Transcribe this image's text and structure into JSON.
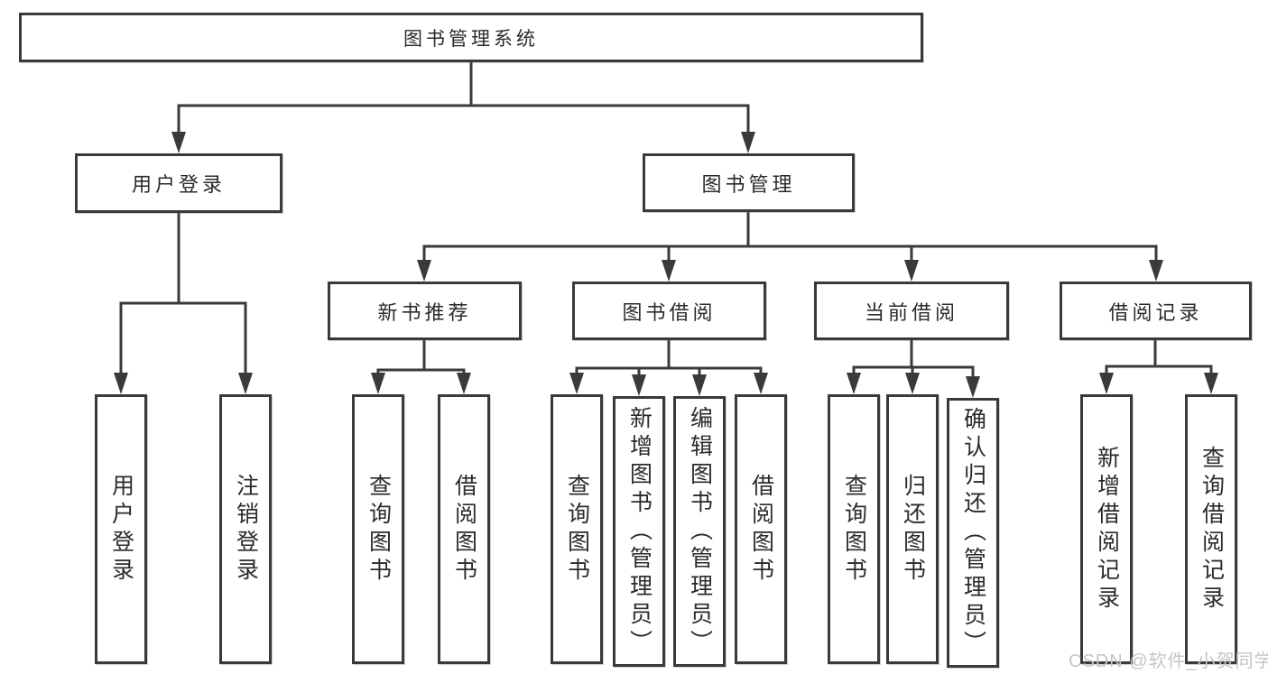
{
  "diagram": {
    "tree": {
      "root": {
        "label": "图书管理系统"
      },
      "branches": [
        {
          "label": "用户登录",
          "children": [
            {
              "label": "用户登录"
            },
            {
              "label": "注销登录"
            }
          ]
        },
        {
          "label": "图书管理",
          "children": [
            {
              "label": "新书推荐",
              "children": [
                {
                  "label": "查询图书"
                },
                {
                  "label": "借阅图书"
                }
              ]
            },
            {
              "label": "图书借阅",
              "children": [
                {
                  "label": "查询图书"
                },
                {
                  "label": "新增图书（管理员）"
                },
                {
                  "label": "编辑图书（管理员）"
                },
                {
                  "label": "借阅图书"
                }
              ]
            },
            {
              "label": "当前借阅",
              "children": [
                {
                  "label": "查询图书"
                },
                {
                  "label": "归还图书"
                },
                {
                  "label": "确认归还（管理员）"
                }
              ]
            },
            {
              "label": "借阅记录",
              "children": [
                {
                  "label": "新增借阅记录"
                },
                {
                  "label": "查询借阅记录"
                }
              ]
            }
          ]
        }
      ]
    },
    "colors": {
      "line": "#3a3a3a",
      "text": "#2b2b2b",
      "background": "#ffffff",
      "watermark": "#c6c6c6"
    }
  },
  "watermark": {
    "text": "CSDN @软件_小贺同学"
  }
}
